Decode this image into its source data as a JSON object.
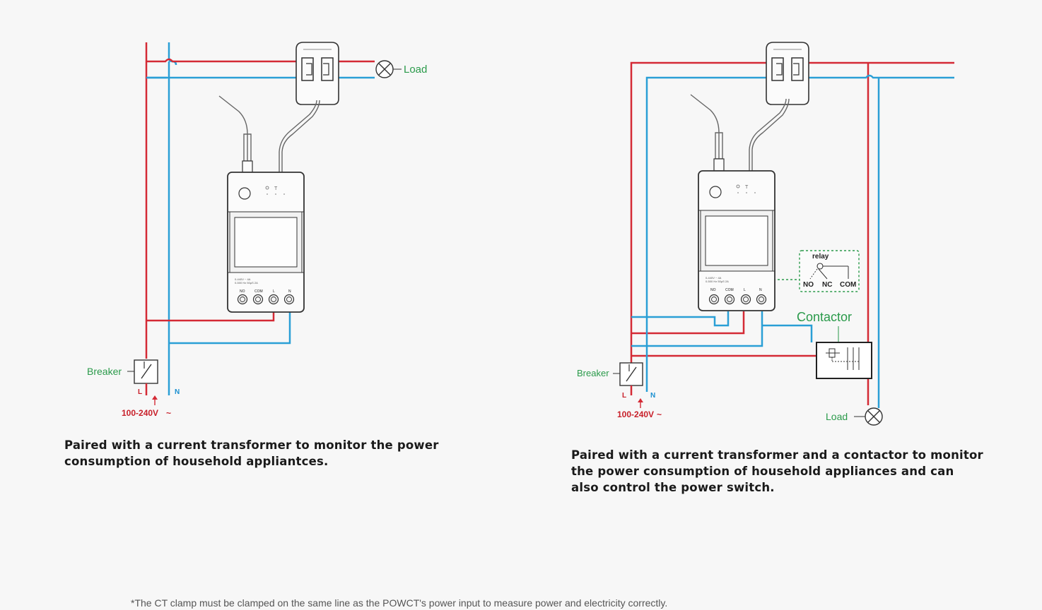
{
  "colors": {
    "live_wire": "#d42a35",
    "neutral_wire": "#2a9fd6",
    "accent_green": "#2a9a4a",
    "device_outline": "#333333"
  },
  "left_diagram": {
    "load_label": "Load",
    "breaker_label": "Breaker",
    "l_label": "L",
    "n_label": "N",
    "voltage_label": "100-240V",
    "terminal_labels": [
      "NO",
      "COM",
      "L",
      "N"
    ],
    "caption_lines": [
      "Paired with a current transformer to monitor the power",
      "consumption of household appliantces."
    ]
  },
  "right_diagram": {
    "load_label": "Load",
    "breaker_label": "Breaker",
    "l_label": "L",
    "n_label": "N",
    "voltage_label": "100-240V",
    "contactor_label": "Contactor",
    "relay_label": "relay",
    "relay_terminals": [
      "NO",
      "NC",
      "COM"
    ],
    "terminal_labels": [
      "NO",
      "COM",
      "L",
      "N"
    ],
    "caption_lines": [
      "Paired with a current transformer and a contactor to monitor",
      "the power consumption of household appliances and can",
      "also control the power switch."
    ]
  },
  "footnote": "*The CT clamp must be clamped on the same line as the POWCT's power input to measure power and electricity correctly."
}
